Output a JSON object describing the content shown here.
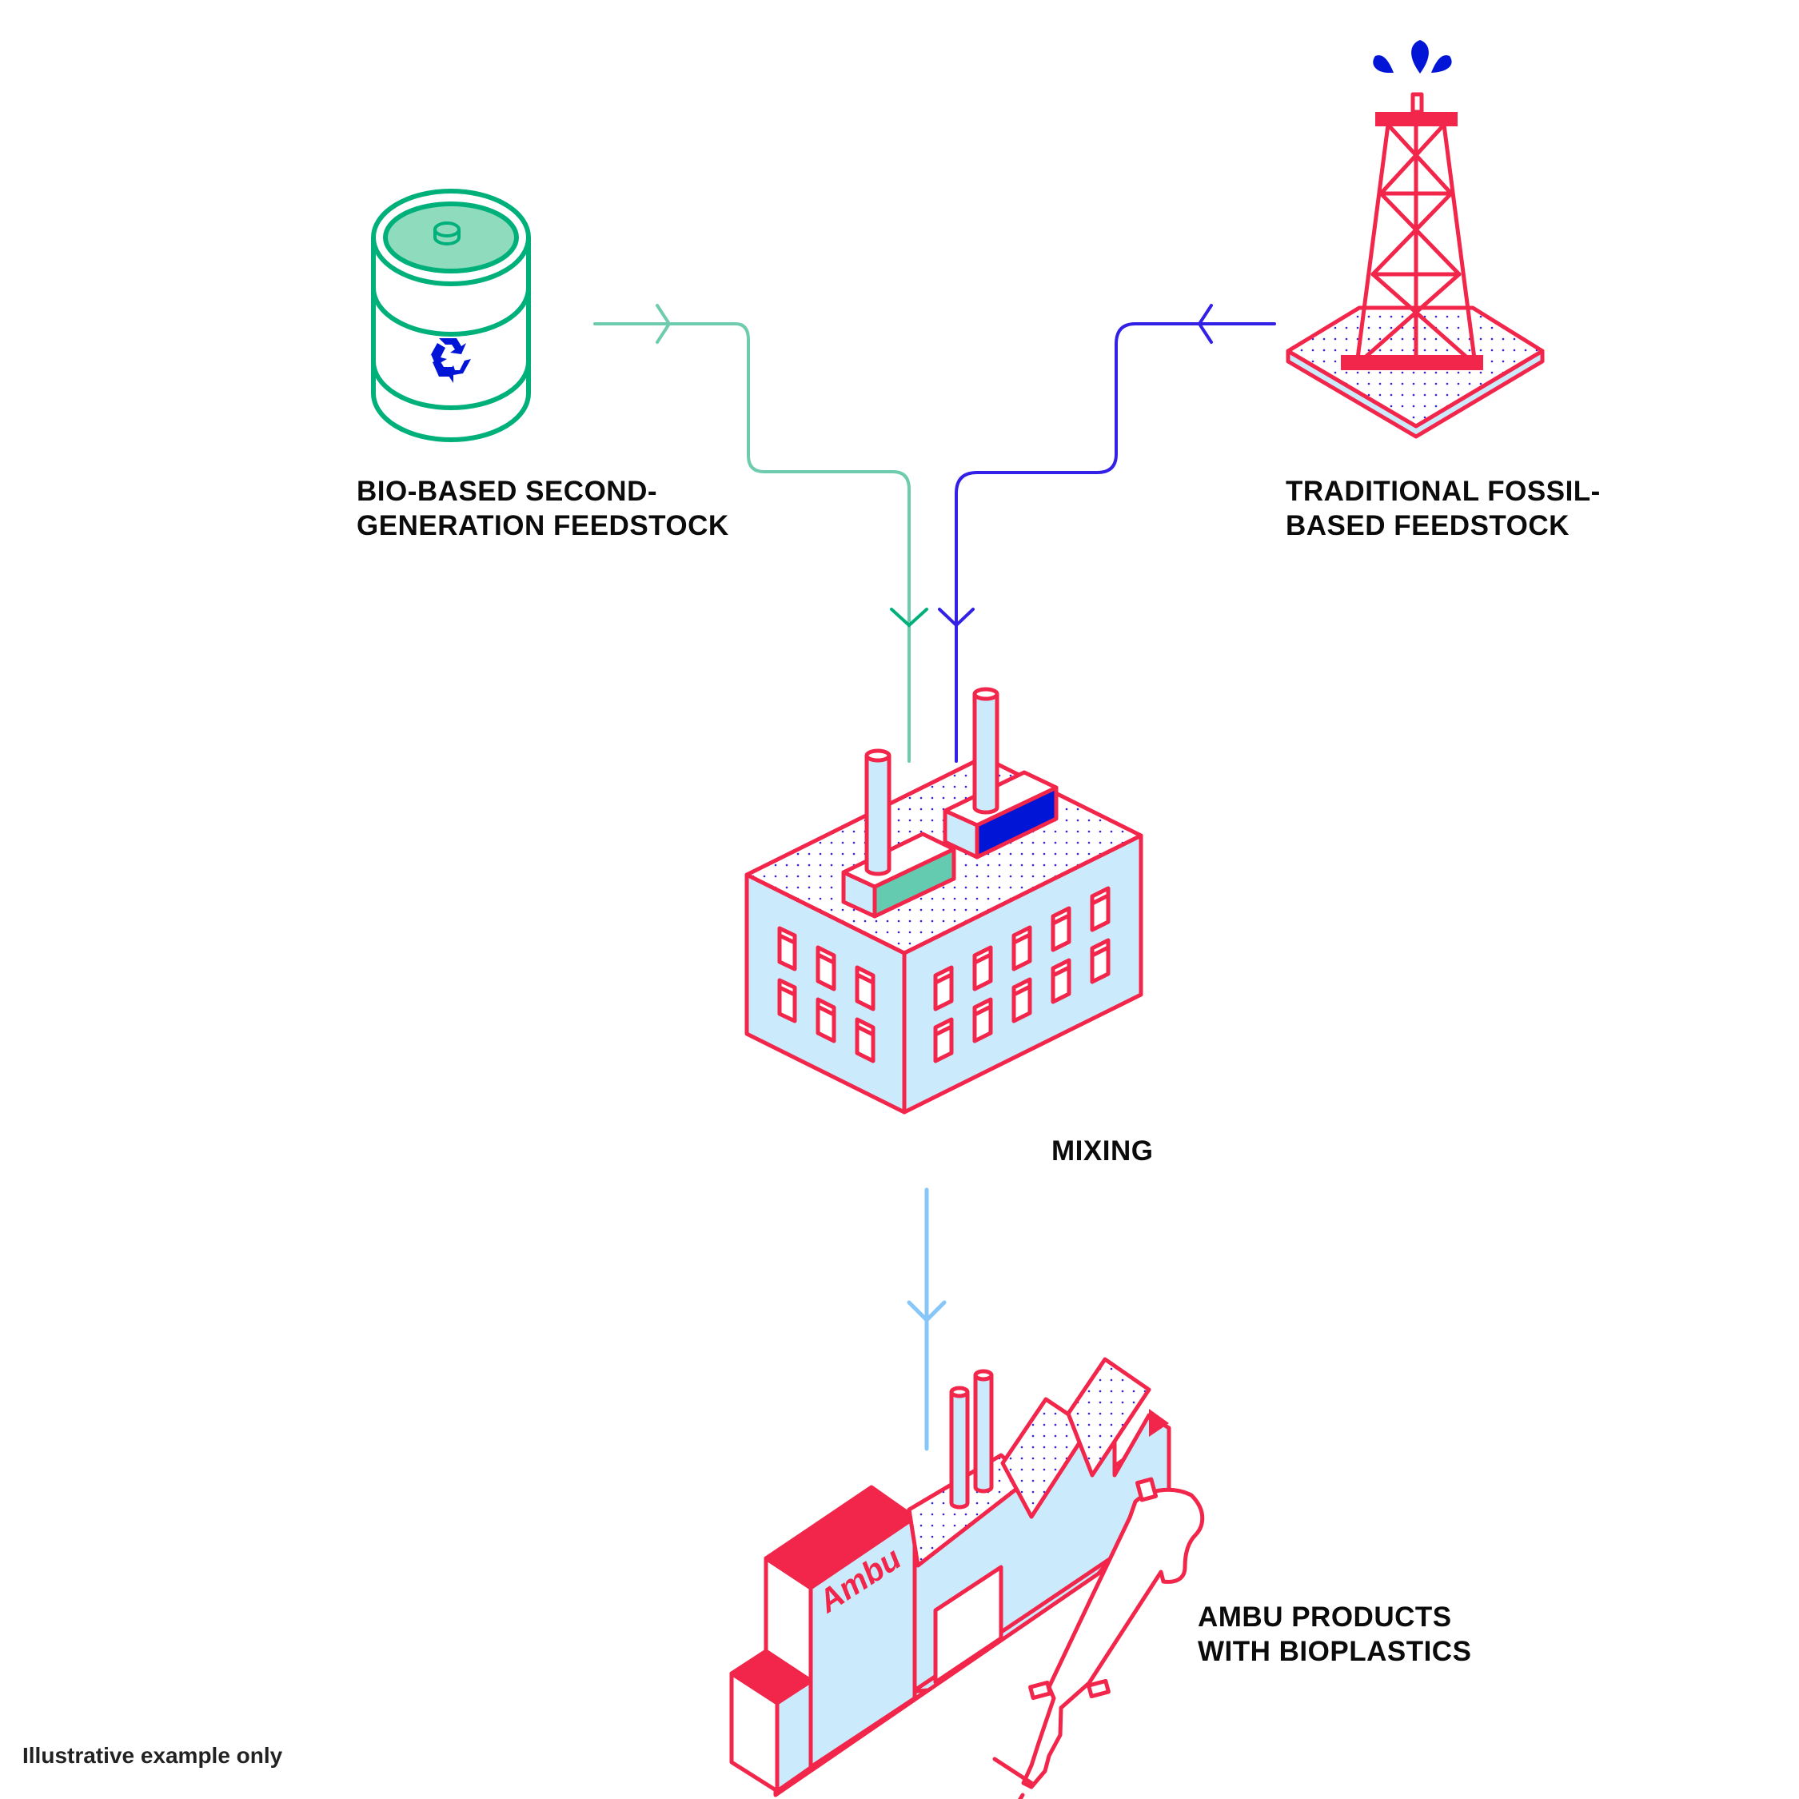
{
  "colors": {
    "bio": "#6ecbae",
    "bio_dark": "#00b07a",
    "fossil": "#3320e6",
    "fossil_drop": "#0015d6",
    "output_flow": "#86c6f8",
    "outline": "#f2254a",
    "fill_light": "#cbeafc",
    "text": "#0b0b0b"
  },
  "nodes": [
    {
      "id": "bio",
      "label": "BIO-BASED SECOND-\nGENERATION FEEDSTOCK",
      "icon": "recycling-barrel-icon"
    },
    {
      "id": "fossil",
      "label": "TRADITIONAL FOSSIL-\nBASED FEEDSTOCK",
      "icon": "oil-rig-icon"
    },
    {
      "id": "mixing",
      "label": "MIXING",
      "icon": "factory-icon"
    },
    {
      "id": "products",
      "label": "AMBU PRODUCTS\nWITH BIOPLASTICS",
      "icon": "ambu-factory-endoscope-icon"
    }
  ],
  "edges": [
    {
      "from": "bio",
      "to": "mixing"
    },
    {
      "from": "fossil",
      "to": "mixing"
    },
    {
      "from": "mixing",
      "to": "products"
    }
  ],
  "brand_text": "Ambu",
  "footnote": "Illustrative example only"
}
